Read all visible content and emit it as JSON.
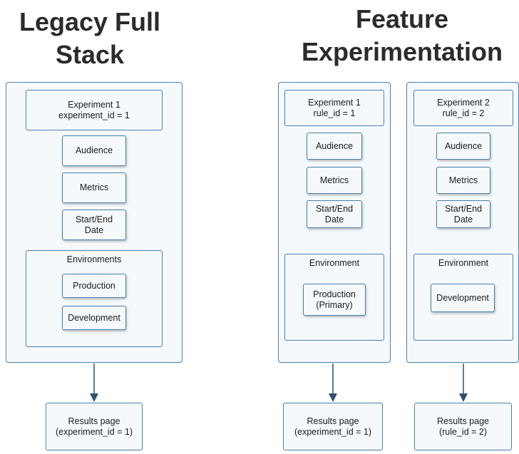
{
  "titles": {
    "legacy_line1": "Legacy Full",
    "legacy_line2": "Stack",
    "feature_line1": "Feature",
    "feature_line2": "Experimentation"
  },
  "legacy": {
    "experiment_line1": "Experiment 1",
    "experiment_line2": "experiment_id = 1",
    "audience": "Audience",
    "metrics": "Metrics",
    "date_line1": "Start/End",
    "date_line2": "Date",
    "environments_label": "Environments",
    "env_production": "Production",
    "env_development": "Development",
    "results_line1": "Results page",
    "results_line2": "(experiment_id = 1)"
  },
  "feature_exp1": {
    "experiment_line1": "Experiment 1",
    "experiment_line2": "rule_id = 1",
    "audience": "Audience",
    "metrics": "Metrics",
    "date_line1": "Start/End",
    "date_line2": "Date",
    "environment_label": "Environment",
    "env_line1": "Production",
    "env_line2": "(Primary)",
    "results_line1": "Results page",
    "results_line2": "(experiment_id = 1)"
  },
  "feature_exp2": {
    "experiment_line1": "Experiment 2",
    "experiment_line2": "rule_id = 2",
    "audience": "Audience",
    "metrics": "Metrics",
    "date_line1": "Start/End",
    "date_line2": "Date",
    "environment_label": "Environment",
    "env_development": "Development",
    "results_line1": "Results page",
    "results_line2": "(rule_id = 2)"
  },
  "colors": {
    "border": "#4a7fad",
    "fill": "#f5f9fc",
    "arrow": "#2f4f6f"
  }
}
